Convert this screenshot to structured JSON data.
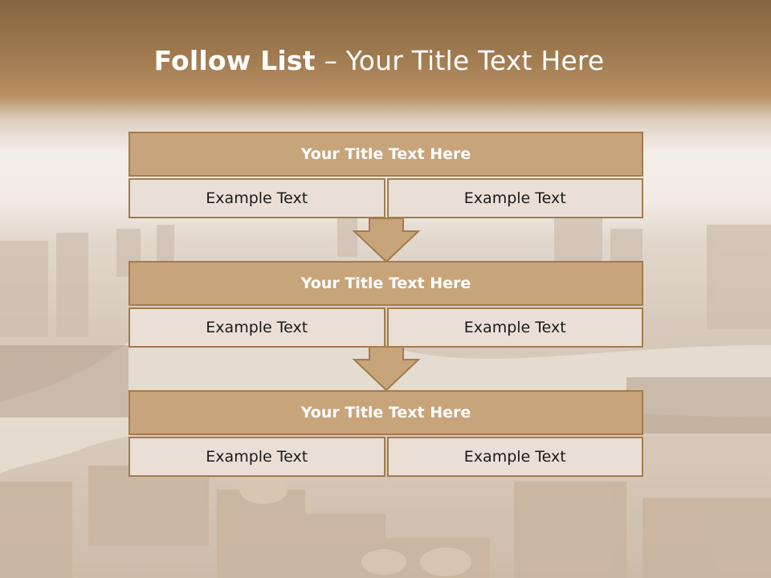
{
  "slide": {
    "title_bold": "Follow List",
    "title_rest": " – Your Title Text Here"
  },
  "steps": [
    {
      "title": "Your Title Text Here",
      "left": "Example Text",
      "right": "Example Text"
    },
    {
      "title": "Your Title Text Here",
      "left": "Example Text",
      "right": "Example Text"
    },
    {
      "title": "Your Title Text Here",
      "left": "Example Text",
      "right": "Example Text"
    }
  ],
  "colors": {
    "header_band": "#a07a50",
    "step_header_fill": "#c8a47b",
    "step_border": "#a47b4c",
    "cell_fill": "#eadfd6",
    "arrow_fill": "#c8a47b"
  }
}
